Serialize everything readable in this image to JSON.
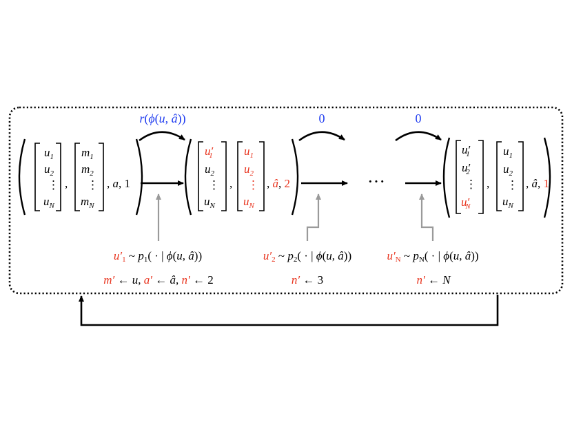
{
  "colors": {
    "black": "#000000",
    "red": "#e8321c",
    "blue": "#1f3cf0",
    "gray": "#9a9a9a"
  },
  "states": {
    "s1": {
      "u": [
        "u_1",
        "u_2",
        "⋮",
        "u_N"
      ],
      "m": [
        "m_1",
        "m_2",
        "⋮",
        "m_N"
      ],
      "a": "a",
      "n": "1"
    },
    "s2": {
      "u": [
        "u'_1",
        "u_2",
        "⋮",
        "u_N"
      ],
      "m": [
        "u_1",
        "u_2",
        "⋮",
        "u_N"
      ],
      "a": "â",
      "n": "2"
    },
    "s3": {
      "u": [
        "u'_1",
        "u'_2",
        "⋮",
        "u'_N"
      ],
      "m": [
        "u_1",
        "u_2",
        "⋮",
        "u_N"
      ],
      "a": "â",
      "n": "1"
    }
  },
  "ellipsis": "···",
  "rewards": {
    "r1": "r(ϕ(u, â))",
    "r2": "0",
    "r3": "0"
  },
  "annotations": {
    "a1_line1": {
      "lhs": "u′",
      "lhs_sub": "1",
      "rest": " ~ p",
      "rest_sub": "1",
      "tail": "( · | ϕ(u, â))"
    },
    "a1_line2": {
      "m": "m′",
      "m_rhs": " ← u, ",
      "a": "a′",
      "a_rhs": " ← â, ",
      "n": "n′",
      "n_rhs": " ← 2"
    },
    "a2_line1": {
      "lhs": "u′",
      "lhs_sub": "2",
      "rest": " ~ p",
      "rest_sub": "2",
      "tail": "( · | ϕ(u, â))"
    },
    "a2_line2": {
      "n": "n′",
      "n_rhs": " ← 3"
    },
    "a3_line1": {
      "lhs": "u′",
      "lhs_sub": "N",
      "rest": " ~ p",
      "rest_sub": "N",
      "tail": "( · | ϕ(u, â))"
    },
    "a3_line2": {
      "n": "n′",
      "n_rhs": " ← N"
    }
  }
}
